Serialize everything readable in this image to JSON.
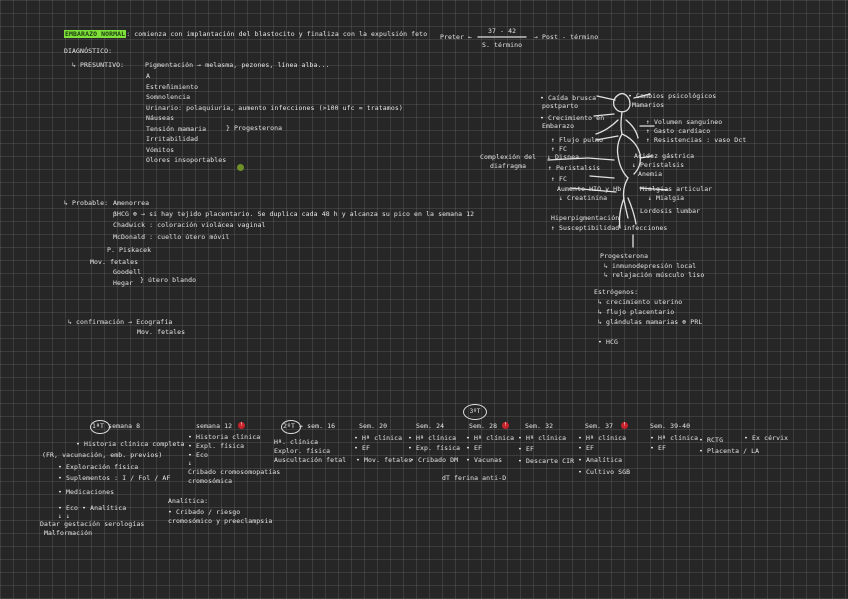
{
  "header": {
    "title_highlight": "EMBARAZO NORMAL",
    "title_rest": ": comienza con implantación del blastocito y finaliza con la expulsión feto",
    "timeline_left": "Preter ←",
    "timeline_top": "37 - 42",
    "timeline_bottom": "S. término",
    "timeline_right": "→ Post - término"
  },
  "diagnosis": {
    "heading": "DIAGNÓSTICO:",
    "presumptive_label": "↳ PRESUNTIVO:",
    "presumptive_first": "Pigmentación → melasma, pezones, línea alba...",
    "presumptive_items": [
      "A",
      "Estreñimiento",
      "Somnolencia",
      "Urinario: polaquiuria, aumento infecciones (>100 ufc = tratamos)",
      "Náuseas",
      "Tensión mamaria",
      "Irritabilidad",
      "Vómitos",
      "Olores insoportables"
    ],
    "presumptive_bracket": "Progesterona",
    "probable_label": "↳ Probable:",
    "probable_items": [
      "Amenorrea",
      "βHCG ⊕ → si hay tejido placentario. Se duplica cada 48 h y alcanza su pico en la semana 12",
      "Chadwick : coloración violácea vaginal",
      "McDonald : cuello útero móvil",
      "P. Piskacek",
      "Mov. fetales",
      "Goodell",
      "Hegar"
    ],
    "probable_bracket": "útero blando",
    "confirm_label": "↳ confirmación → Ecografía",
    "confirm_sub": "Mov. fetales"
  },
  "body_changes": {
    "center_label_1": "Complexión del",
    "center_label_2": "diafragma",
    "left_items": [
      "• Caída brusca",
      "  postparto",
      "• Crecimiento en",
      "  Embarazo",
      "↑ Flujo pulmo",
      "↑ FC",
      "↓ Disnea",
      "↑ Peristalsis",
      "↑ FC",
      "Aumento HIO y Hb",
      "↓ Creatinina",
      "Hiperpigmentación",
      "↑ Susceptibilidad infecciones"
    ],
    "right_items": [
      "• Cambios psicológicos",
      "  Mamarios",
      "↑ Volumen sanguíneo",
      "↑ Gasto cardíaco",
      "↑ Resistencias : vaso Dct",
      "Acidez gástrica",
      "↓ Peristalsis",
      "Anemia",
      "Mialgias articular",
      "↓ Mialgia",
      "Lordosis lumbar"
    ],
    "estrogen": {
      "heading": "Progesterona",
      "items": [
        "↳ inmunodepresión local",
        "↳ relajación músculo liso"
      ]
    },
    "estrogens": {
      "heading": "Estrógenos:",
      "items": [
        "↳ crecimiento uterino",
        "↳ flujo placentario",
        "↳ glándulas mamarias ⊕ PRL"
      ]
    },
    "hcg": "• HCG"
  },
  "timeline": {
    "weeks": [
      "1ªT   semana 8",
      "semana 12",
      "2ºT → sem. 16",
      "Sem. 20",
      "Sem. 24",
      "Sem. 28",
      "Sem. 32",
      "Sem. 37",
      "Sem. 39-40"
    ],
    "top_badge": "3ºT",
    "col1": [
      "• Historia clínica completa",
      "(FR, vacunación, emb. previos)",
      "• Exploración física",
      "• Suplementos : I / Fol / AF",
      "• Medicaciones",
      "• Eco          • Analítica",
      "  ↓                  ↓",
      "Datar gestación   serologías",
      "Malformación"
    ],
    "col2": [
      "• Historia clínica",
      "• Expl. física",
      "• Eco",
      "  ↓",
      "Cribado cromosomopatías",
      "cromosómica",
      "Analítica:",
      "• Cribado / riesgo",
      "  cromosómico y preeclampsia"
    ],
    "col3": [
      "Hª. clínica",
      "Explor. física",
      "Auscultación fetal"
    ],
    "col4": [
      "• Hª clínica",
      "• EF",
      "• Mov. fetales"
    ],
    "col5": [
      "• Hª clínica",
      "• Exp. física",
      "• Cribado DM"
    ],
    "col6": [
      "• Hª clínica",
      "• EF",
      "• Vacunas",
      "dT ferina  anti-D"
    ],
    "col7": [
      "• Hª clínica",
      "• EF",
      "• Descarte CIR"
    ],
    "col8": [
      "• Hª clínica",
      "• EF",
      "• Analítica",
      "• Cultivo SGB"
    ],
    "col9": [
      "• Hª clínica",
      "• EF"
    ],
    "col10": [
      "• RCTG",
      "• Placenta / LA"
    ],
    "col11": [
      "• Ex cérvix"
    ]
  },
  "colors": {
    "highlight": "#7fe03a",
    "badge_red": "#c8222b",
    "accent_dot": "#6f8f2a"
  }
}
